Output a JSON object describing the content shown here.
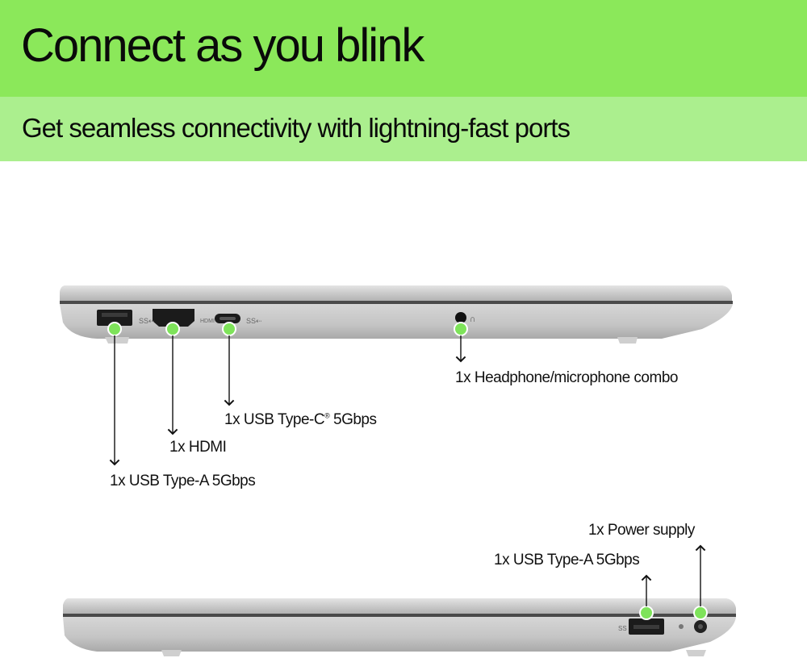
{
  "header": {
    "title": "Connect as you blink",
    "subtitle": "Get seamless connectivity with lightning-fast ports"
  },
  "colors": {
    "header_bg": "#8be85a",
    "subheader_bg": "#abef8e",
    "marker": "#7ee35a"
  },
  "left_side": {
    "ports": [
      {
        "label": "1x USB Type-A 5Gbps"
      },
      {
        "label": "1x HDMI"
      },
      {
        "label": "1x USB Type-C",
        "superscript": "®",
        "speed": "5Gbps"
      },
      {
        "label": "1x Headphone/microphone combo"
      }
    ]
  },
  "right_side": {
    "ports": [
      {
        "label": "1x USB Type-A 5Gbps"
      },
      {
        "label": "1x Power supply"
      }
    ]
  }
}
